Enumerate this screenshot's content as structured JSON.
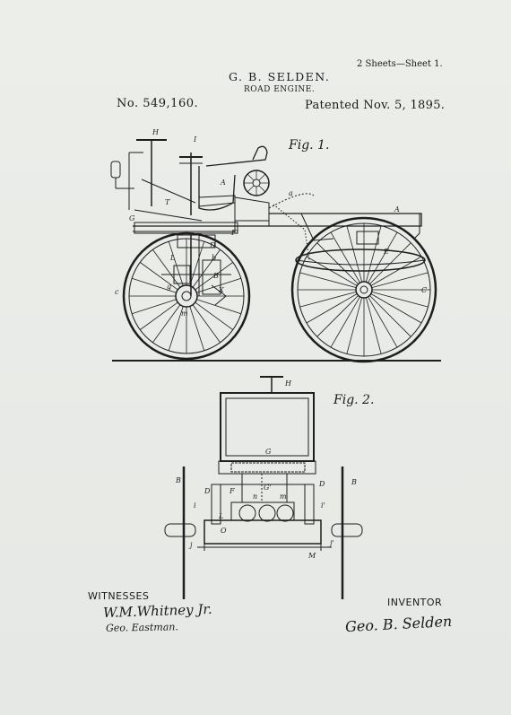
{
  "header": {
    "sheets": "2 Sheets—Sheet 1.",
    "inventor_name": "G. B. SELDEN.",
    "title": "ROAD ENGINE.",
    "patent_no": "No. 549,160.",
    "patent_date": "Patented Nov. 5, 1895."
  },
  "figures": {
    "fig1_label": "Fig. 1.",
    "fig2_label": "Fig. 2.",
    "fig1_labels": [
      "H",
      "I",
      "A",
      "a",
      "A",
      "G",
      "T",
      "F'",
      "D",
      "b",
      "L",
      "E",
      "g",
      "c",
      "B",
      "X",
      "C",
      "m"
    ],
    "fig2_labels": [
      "H",
      "G",
      "B",
      "D",
      "D",
      "B",
      "F",
      "n",
      "G'",
      "i'",
      "L",
      "O",
      "m",
      "j",
      "j'",
      "M",
      "i"
    ]
  },
  "footer": {
    "witnesses_label": "WITNESSES",
    "witness_1": "W.M.Whitney Jr.",
    "witness_2": "Geo. Eastman.",
    "inventor_label": "INVENTOR",
    "inventor_signature": "Geo. B. Selden"
  }
}
